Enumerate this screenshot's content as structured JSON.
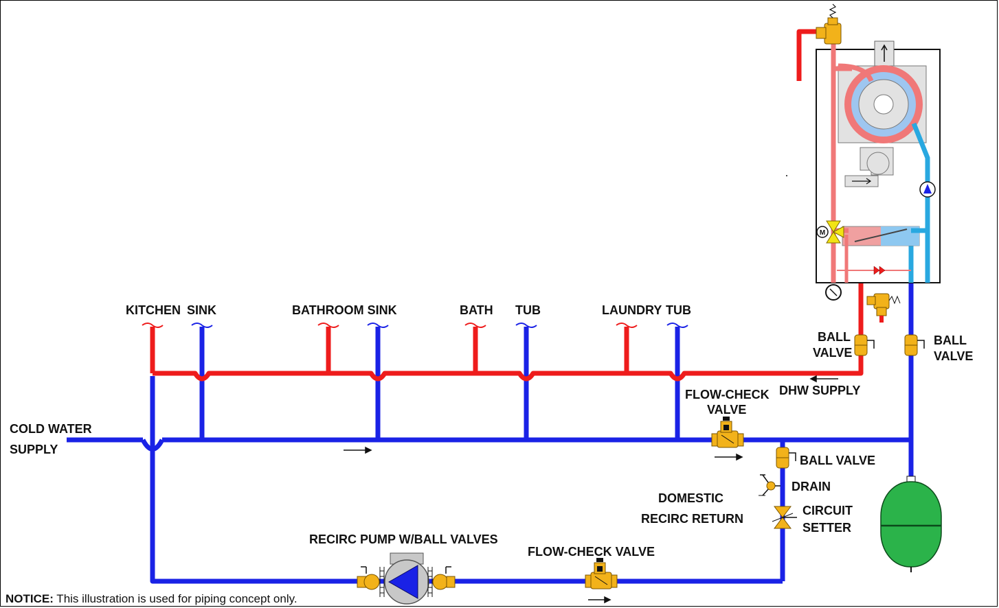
{
  "labels": {
    "kitchen": "KITCHEN",
    "kitchen_sink": "SINK",
    "bathroom_sink": "BATHROOM SINK",
    "bath": "BATH",
    "bath_tub": "TUB",
    "laundry": "LAUNDRY",
    "laundry_tub": "TUB",
    "cold_water_1": "COLD WATER",
    "cold_water_2": "SUPPLY",
    "ball_valve_left_1": "BALL",
    "ball_valve_left_2": "VALVE",
    "ball_valve_right_1": "BALL",
    "ball_valve_right_2": "VALVE",
    "dhw_supply": "DHW SUPPLY",
    "flow_check_1": "FLOW-CHECK",
    "flow_check_2": "VALVE",
    "ball_valve_return": "BALL VALVE",
    "drain": "DRAIN",
    "domestic_1": "DOMESTIC",
    "domestic_2": "RECIRC RETURN",
    "circuit_1": "CIRCUIT",
    "circuit_2": "SETTER",
    "recirc_pump": "RECIRC PUMP W/BALL VALVES",
    "flow_check_bottom": "FLOW-CHECK VALVE",
    "boiler_motor": "M"
  },
  "notice": {
    "bold": "NOTICE:",
    "text": " This illustration is used for piping concept only."
  },
  "colors": {
    "hot": "#ee1c1c",
    "cold": "#1a22e6",
    "boiler_hot": "#f07878",
    "boiler_cold": "#29a8e0",
    "valve": "#f2b21a",
    "tank": "#2bb34a"
  }
}
